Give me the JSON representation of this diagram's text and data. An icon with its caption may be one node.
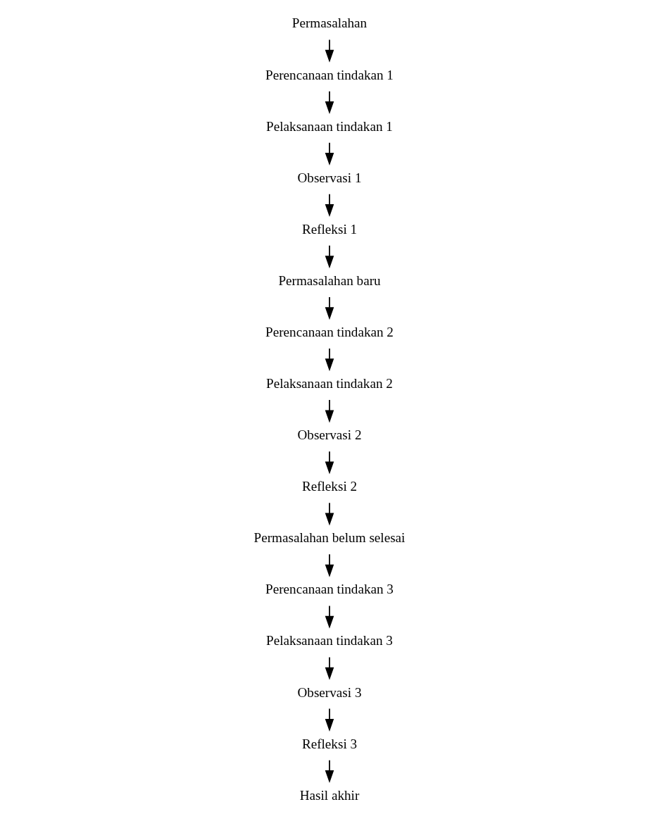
{
  "diagram": {
    "nodes": [
      {
        "text": [
          "Permasalahan"
        ]
      },
      {
        "text": [
          "Perencanaan tindakan 1"
        ]
      },
      {
        "text": [
          "Pelaksanaan tindakan 1"
        ]
      },
      {
        "text": [
          "Observasi 1"
        ]
      },
      {
        "text": [
          "Refleksi 1"
        ]
      },
      {
        "text": [
          "Permasalahan baru"
        ]
      },
      {
        "text": [
          "Perencanaan tindakan 2"
        ]
      },
      {
        "text": [
          "Pelaksanaan tindakan 2"
        ]
      },
      {
        "text": [
          "Observasi 2"
        ]
      },
      {
        "text": [
          "Refleksi 2"
        ]
      },
      {
        "text": [
          "Permasalahan belum selesai"
        ]
      },
      {
        "text": [
          "Perencanaan tindakan 3"
        ]
      },
      {
        "text": [
          "Pelaksanaan tindakan 3"
        ]
      },
      {
        "text": [
          "Observasi 3"
        ]
      },
      {
        "text": [
          "Refleksi 3"
        ]
      },
      {
        "text": [
          "Hasil akhir"
        ]
      }
    ],
    "edges": [
      {
        "from": 0,
        "to": 1,
        "arrow": "to"
      },
      {
        "from": 1,
        "to": 2,
        "arrow": "to"
      },
      {
        "from": 2,
        "to": 3,
        "arrow": "to"
      },
      {
        "from": 3,
        "to": 4,
        "arrow": "to"
      },
      {
        "from": 4,
        "to": 5,
        "arrow": "to"
      },
      {
        "from": 5,
        "to": 6,
        "arrow": "to"
      },
      {
        "from": 6,
        "to": 7,
        "arrow": "to"
      },
      {
        "from": 7,
        "to": 8,
        "arrow": "to"
      },
      {
        "from": 8,
        "to": 9,
        "arrow": "to"
      },
      {
        "from": 9,
        "to": 10,
        "arrow": "to"
      },
      {
        "from": 10,
        "to": 11,
        "arrow": "to"
      },
      {
        "from": 11,
        "to": 12,
        "arrow": "to"
      },
      {
        "from": 12,
        "to": 13,
        "arrow": "to"
      },
      {
        "from": 13,
        "to": 14,
        "arrow": "to"
      },
      {
        "from": 14,
        "to": 15,
        "arrow": "to"
      }
    ]
  }
}
